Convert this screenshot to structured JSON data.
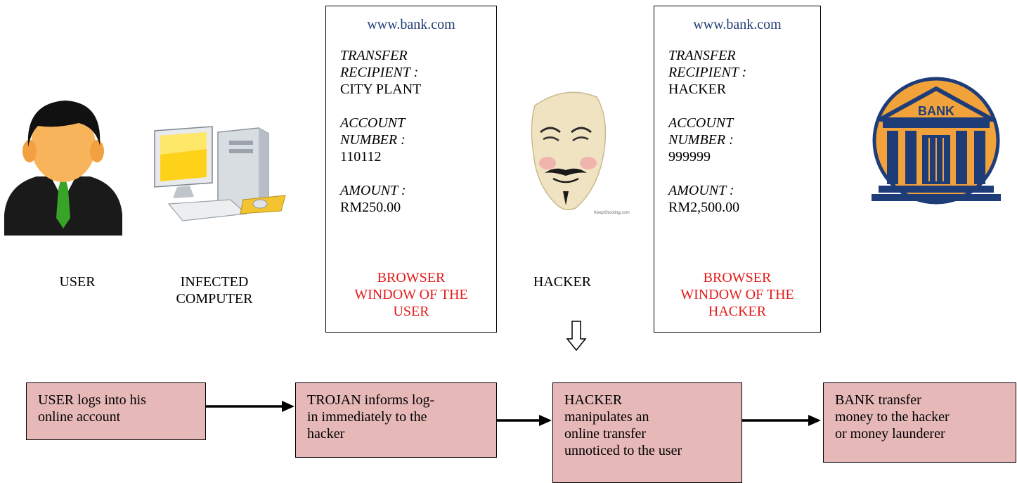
{
  "actors": {
    "user": "USER",
    "computer": [
      "INFECTED",
      "COMPUTER"
    ],
    "hacker": "HACKER"
  },
  "user_window": {
    "url": "www.bank.com",
    "recipient_label": [
      "TRANSFER",
      "RECIPIENT :"
    ],
    "recipient_value": "CITY PLANT",
    "account_label": [
      "ACCOUNT",
      "NUMBER :"
    ],
    "account_value": "110112",
    "amount_label": "AMOUNT :",
    "amount_value": "RM250.00",
    "caption": [
      "BROWSER",
      "WINDOW OF THE",
      "USER"
    ]
  },
  "hacker_window": {
    "url": "www.bank.com",
    "recipient_label": [
      "TRANSFER",
      "RECIPIENT :"
    ],
    "recipient_value": "HACKER",
    "account_label": [
      "ACCOUNT",
      "NUMBER :"
    ],
    "account_value": "999999",
    "amount_label": "AMOUNT :",
    "amount_value": "RM2,500.00",
    "caption": [
      "BROWSER",
      "WINDOW OF THE",
      "HACKER"
    ]
  },
  "flow": [
    [
      "USER logs into his",
      "online account"
    ],
    [
      "TROJAN informs log-",
      "in immediately to the",
      "hacker"
    ],
    [
      "HACKER",
      "manipulates an",
      "online transfer",
      "unnoticed to the user"
    ],
    [
      "BANK transfer",
      "money to the hacker",
      "or money launderer"
    ]
  ],
  "bank_sign": "BANK",
  "watermark": "KeepShooting.com",
  "colors": {
    "flow_box_fill": "#e6b8b8",
    "caption_red": "#e31b1b",
    "url_blue": "#1f3b73"
  }
}
